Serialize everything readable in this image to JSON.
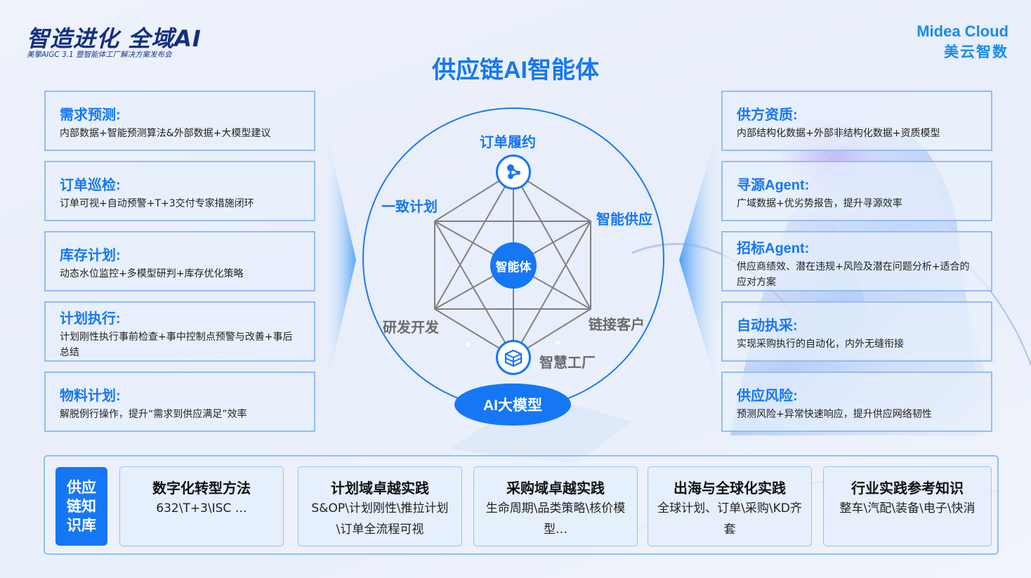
{
  "header": {
    "event_title": "智造进化  全域AI",
    "event_subtitle": "美擎AIGC 3.1 暨智能体工厂解决方案发布会",
    "logo_en": "Midea Cloud",
    "logo_cn": "美云智数",
    "page_title": "供应链AI智能体"
  },
  "colors": {
    "accent": "#1677f5",
    "navy": "#14307e",
    "border": "#93bcf5",
    "grey_text": "#6b6b6b"
  },
  "left_cards": [
    {
      "title": "需求预测:",
      "desc": "内部数据+智能预测算法&外部数据+大模型建议"
    },
    {
      "title": "订单巡检:",
      "desc": "订单可视+自动预警+T+3交付专家措施闭环"
    },
    {
      "title": "库存计划:",
      "desc": "动态水位监控+多模型研判+库存优化策略"
    },
    {
      "title": "计划执行:",
      "desc": "计划刚性执行事前检查+事中控制点预警与改善+事后总结"
    },
    {
      "title": "物料计划:",
      "desc": "解脱例行操作，提升“需求到供应满足”效率"
    }
  ],
  "right_cards": [
    {
      "title": "供方资质:",
      "desc": "内部结构化数据+外部非结构化数据+资质模型"
    },
    {
      "title": "寻源Agent:",
      "desc": "广域数据+优劣势报告，提升寻源效率"
    },
    {
      "title": "招标Agent:",
      "desc": "供应商绩效、潜在违规+风险及潜在问题分析+适合的应对方案"
    },
    {
      "title": "自动执采:",
      "desc": "实现采购执行的自动化，内外无缝衔接"
    },
    {
      "title": "供应风险:",
      "desc": "预测风险+异常快速响应，提升供应网络韧性"
    }
  ],
  "diagram": {
    "center": "智能体",
    "nodes": {
      "top": "订单履约",
      "upper_left": "一致计划",
      "upper_right": "智能供应",
      "lower_left": "研发开发",
      "lower_right": "链接客户",
      "bottom": "智慧工厂"
    },
    "top_icon": "share-nodes-icon",
    "bottom_icon": "box-icon",
    "base": "AI大模型"
  },
  "knowledge_base": {
    "label": "供应链知识库",
    "cards": [
      {
        "title": "数字化转型方法",
        "desc": "632\\T+3\\ISC …"
      },
      {
        "title": "计划域卓越实践",
        "desc": "S&OP\\计划刚性\\推拉计划\\订单全流程可视"
      },
      {
        "title": "采购域卓越实践",
        "desc": "生命周期\\品类策略\\核价模型…"
      },
      {
        "title": "出海与全球化实践",
        "desc": "全球计划、订单\\采购\\KD齐套"
      },
      {
        "title": "行业实践参考知识",
        "desc": "整车\\汽配\\装备\\电子\\快消"
      }
    ]
  }
}
